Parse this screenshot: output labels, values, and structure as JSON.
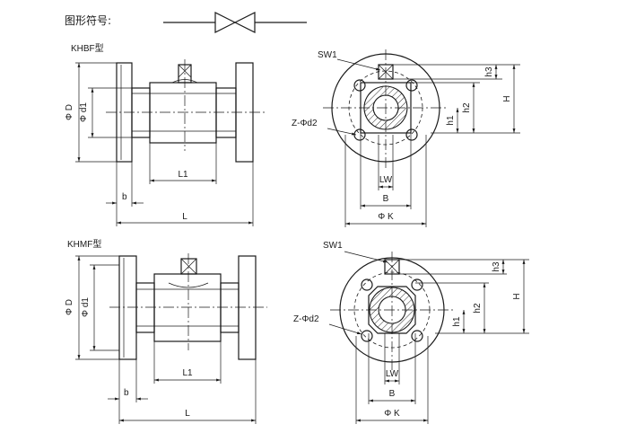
{
  "header": {
    "symbol_title": "图形符号:"
  },
  "views": {
    "khbf": {
      "model": "KHBF型"
    },
    "khmf": {
      "model": "KHMF型"
    }
  },
  "labels": {
    "phi_D": "Φ D",
    "phi_d1": "Φ d1",
    "L1": "L1",
    "L": "L",
    "b": "b",
    "SW1": "SW1",
    "Z_phi_d2": "Z-Φd2",
    "LW": "LW",
    "B": "B",
    "phi_K": "Φ K",
    "h1": "h1",
    "h2": "h2",
    "h3": "h3",
    "H": "H"
  }
}
